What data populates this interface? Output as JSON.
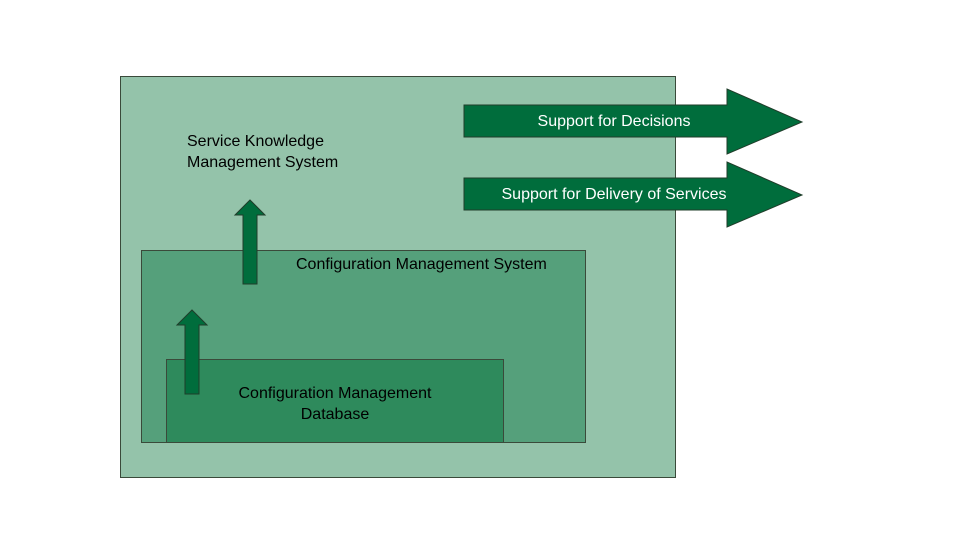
{
  "colors": {
    "outer_box": "#94c3aa",
    "middle_box": "#55a07b",
    "inner_box": "#2e8a5c",
    "arrow_fill": "#006d3c",
    "border": "#3a4a3a"
  },
  "diagram": {
    "skms": {
      "line1": "Service Knowledge",
      "line2": "Management System"
    },
    "cms": {
      "label": "Configuration Management System"
    },
    "cmdb": {
      "line1": "Configuration Management",
      "line2": "Database"
    },
    "outputs": [
      {
        "label": "Support for Decisions"
      },
      {
        "label": "Support for Delivery of Services"
      }
    ]
  }
}
